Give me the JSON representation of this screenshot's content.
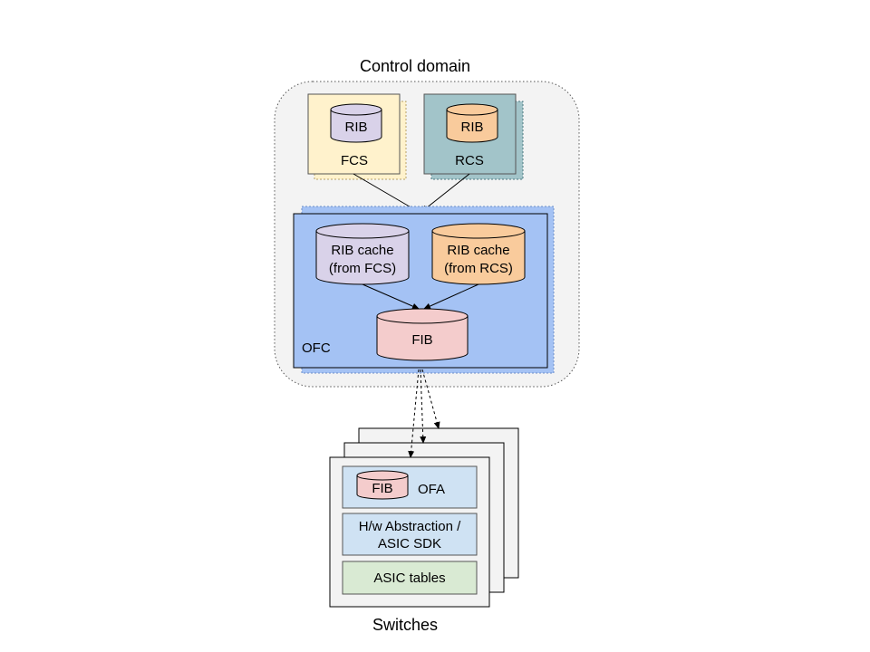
{
  "control_domain": {
    "title": "Control domain",
    "fcs": {
      "db_label": "RIB",
      "label": "FCS"
    },
    "rcs": {
      "db_label": "RIB",
      "label": "RCS"
    },
    "ofc": {
      "label": "OFC",
      "rib_cache_fcs": {
        "line1": "RIB cache",
        "line2": "(from FCS)"
      },
      "rib_cache_rcs": {
        "line1": "RIB cache",
        "line2": "(from RCS)"
      },
      "fib": {
        "label": "FIB"
      }
    }
  },
  "switches": {
    "title": "Switches",
    "ofa": {
      "fib_label": "FIB",
      "label": "OFA"
    },
    "hw_abstraction": {
      "line1": "H/w Abstraction /",
      "line2": "ASIC SDK"
    },
    "asic_tables": {
      "label": "ASIC tables"
    }
  },
  "colors": {
    "fcs_fill": "#fff2cc",
    "rcs_fill": "#a2c4c9",
    "ofc_fill": "#a4c2f4",
    "lavender_db": "#d9d2e9",
    "orange_db": "#f9cb9c",
    "pink_db": "#f4cccc",
    "domain_fill": "#f3f3f3",
    "switch_layer_fill": "#cfe2f3",
    "asic_fill": "#d9ead3"
  }
}
